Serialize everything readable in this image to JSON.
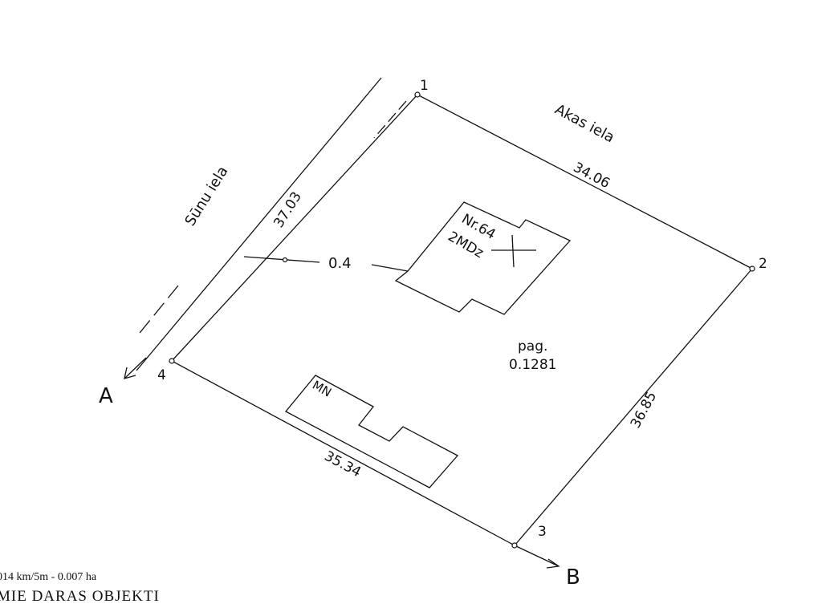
{
  "streets": {
    "top": "Akas iela",
    "left": "Sūnu iela"
  },
  "points": [
    "1",
    "2",
    "3",
    "4"
  ],
  "sides": {
    "s12": "34.06",
    "s23": "36.85",
    "s34": "35.34",
    "s41": "37.03"
  },
  "offset_label": "0.4",
  "building_main": {
    "number": "Nr.64",
    "type": "2MDz"
  },
  "building_aux": {
    "type": "MN"
  },
  "area": {
    "label": "pag.",
    "value": "0.1281"
  },
  "directions": {
    "a": "A",
    "b": "B"
  },
  "footer": {
    "scale_line": "014 km/5m - 0.007 ha",
    "title_line": "MIE DARAS OBJEKTI"
  }
}
